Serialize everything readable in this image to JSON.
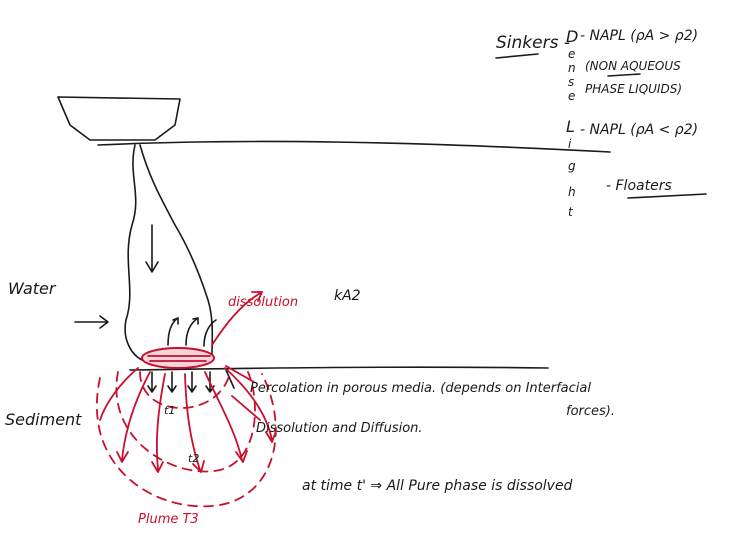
{
  "sinkers": {
    "label": "Sinkers -",
    "dense_letters": [
      "D",
      "e",
      "n",
      "s",
      "e"
    ],
    "dnapl": "- NAPL (ρA > ρ2)",
    "dnapl_line2": "(NON AQUEOUS",
    "dnapl_line3": "PHASE LIQUIDS)"
  },
  "light": {
    "letters": [
      "L",
      "i",
      "g",
      "h",
      "t"
    ],
    "lnapl": "- NAPL (ρA < ρ2)",
    "floaters": "- Floaters"
  },
  "labels": {
    "water": "Water",
    "sediment": "Sediment",
    "dissolution": "dissolution",
    "k_a2": "kA2",
    "t1": "t1",
    "t2": "t2",
    "plume": "Plume T3"
  },
  "notes": {
    "percolation": "Percolation in porous media. (depends on Interfacial",
    "percolation_cont": "forces).",
    "dissolution_diffusion": "Dissolution and Diffusion.",
    "at_time": "at time t' ⇒ All Pure phase is dissolved"
  },
  "colors": {
    "ink": "#1a1a1a",
    "red_ink": "#c8102e"
  }
}
